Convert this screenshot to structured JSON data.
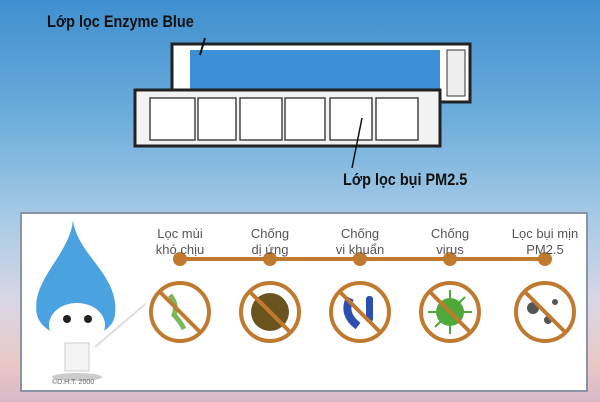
{
  "labels": {
    "top": "Lớp lọc Enzyme Blue",
    "bottom": "Lớp lọc bụi PM2.5"
  },
  "features": [
    {
      "line1": "Lọc mùi",
      "line2": "khó chịu",
      "icon": "odor-icon"
    },
    {
      "line1": "Chống",
      "line2": "dị ứng",
      "icon": "pollen-icon"
    },
    {
      "line1": "Chống",
      "line2": "vi khuẩn",
      "icon": "bacteria-icon"
    },
    {
      "line1": "Chống",
      "line2": "virus",
      "icon": "virus-icon"
    },
    {
      "line1": "Lọc bụi mịn",
      "line2": "PM2.5",
      "icon": "dust-icon"
    }
  ],
  "copyright": "©D.H.T. 2000",
  "colors": {
    "accent": "#c07a30",
    "blue_filter": "#3d8fd6"
  }
}
